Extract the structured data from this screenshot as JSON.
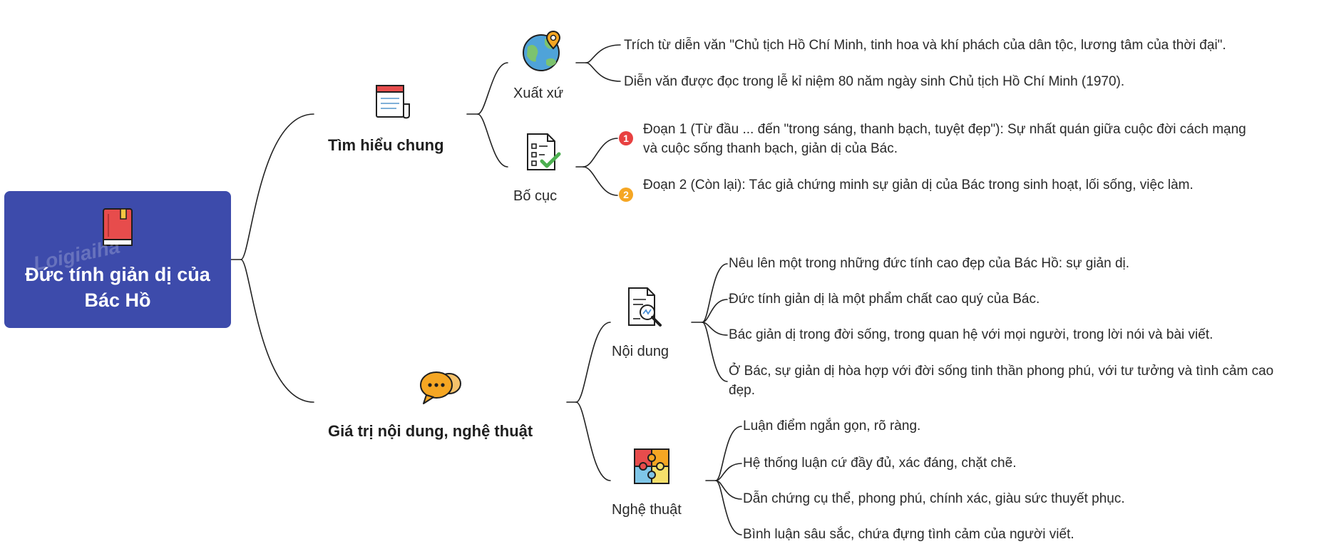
{
  "colors": {
    "root_background": "#3d4bab",
    "root_text": "#ffffff",
    "connector": "#222222",
    "badge_1": "#e84141",
    "badge_2": "#f5a623"
  },
  "root": {
    "title": "Đức tính giản dị của Bác Hồ",
    "icon": "red-book-icon"
  },
  "branches": [
    {
      "label": "Tìm hiểu chung",
      "icon": "notepad-icon",
      "subtopics": [
        {
          "label": "Xuất xứ",
          "icon": "globe-location-pin-icon",
          "items": [
            "Trích từ diễn văn \"Chủ tịch Hồ Chí Minh, tinh hoa và khí phách của dân tộc, lương tâm của thời đại\".",
            "Diễn văn được đọc trong lễ kỉ niệm 80 năm ngày sinh Chủ tịch Hồ Chí Minh (1970)."
          ]
        },
        {
          "label": "Bố cục",
          "icon": "checklist-icon",
          "items": [
            {
              "badge": "1",
              "text": "Đoạn 1 (Từ đầu ... đến \"trong sáng, thanh bạch, tuyệt đẹp\"): Sự nhất quán giữa cuộc đời cách mạng và cuộc sống thanh bạch, giản dị của Bác."
            },
            {
              "badge": "2",
              "text": "Đoạn 2 (Còn lại): Tác giả chứng minh sự giản dị của Bác trong sinh hoạt, lối sống, việc làm."
            }
          ]
        }
      ]
    },
    {
      "label": "Giá trị nội dung, nghệ thuật",
      "icon": "chat-bubbles-icon",
      "subtopics": [
        {
          "label": "Nội dung",
          "icon": "document-magnifier-icon",
          "items": [
            "Nêu lên một trong những đức tính cao đẹp của Bác Hồ: sự giản dị.",
            "Đức tính giản dị là một phẩm chất cao quý của Bác.",
            "Bác giản dị trong đời sống, trong quan hệ với mọi người, trong lời nói và bài viết.",
            "Ở Bác, sự giản dị hòa hợp với đời sống tinh thần phong phú, với tư tưởng và tình cảm cao đẹp."
          ]
        },
        {
          "label": "Nghệ thuật",
          "icon": "puzzle-icon",
          "items": [
            "Luận điểm ngắn gọn, rõ ràng.",
            "Hệ thống luận cứ đầy đủ, xác đáng, chặt chẽ.",
            "Dẫn chứng cụ thể, phong phú, chính xác, giàu sức thuyết phục.",
            "Bình luận sâu sắc, chứa đựng tình cảm của người viết."
          ]
        }
      ]
    }
  ]
}
